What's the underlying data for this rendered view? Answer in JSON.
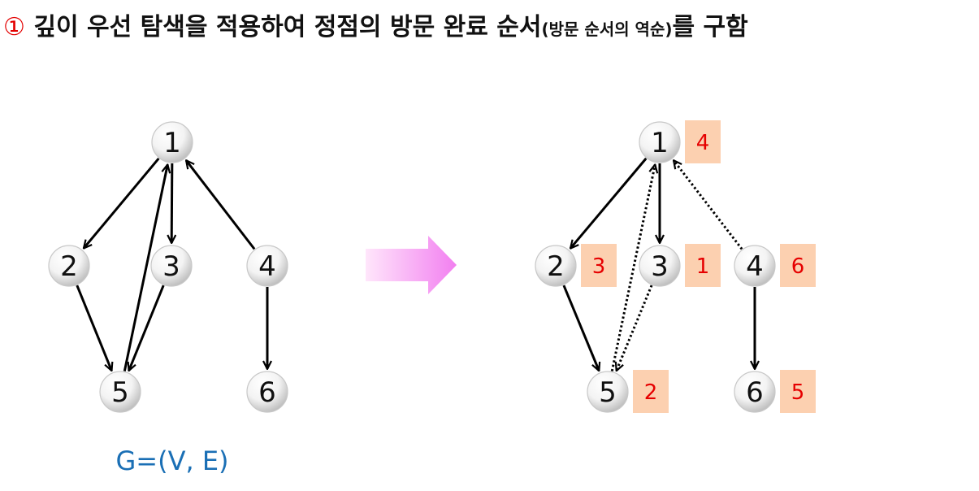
{
  "title": {
    "marker": "①",
    "main": "깊이 우선 탐색을 적용하여 정점의 방문 완료 순서",
    "paren": "(방문 순서의 역순)",
    "tail": "를 구함"
  },
  "caption": "G=(V, E)",
  "colors": {
    "marker": "#e30000",
    "order_text": "#e60000",
    "order_box": "#fcd0b0",
    "caption": "#1a6fb5",
    "arrow": "#f58cf0"
  },
  "left_graph": {
    "nodes": [
      "1",
      "2",
      "3",
      "4",
      "5",
      "6"
    ],
    "edges": [
      {
        "from": "1",
        "to": "2"
      },
      {
        "from": "1",
        "to": "3"
      },
      {
        "from": "2",
        "to": "5"
      },
      {
        "from": "3",
        "to": "5"
      },
      {
        "from": "5",
        "to": "1"
      },
      {
        "from": "4",
        "to": "1"
      },
      {
        "from": "4",
        "to": "6"
      }
    ]
  },
  "right_graph": {
    "nodes": [
      {
        "id": "1",
        "order": "4"
      },
      {
        "id": "2",
        "order": "3"
      },
      {
        "id": "3",
        "order": "1"
      },
      {
        "id": "4",
        "order": "6"
      },
      {
        "id": "5",
        "order": "2"
      },
      {
        "id": "6",
        "order": "5"
      }
    ],
    "edges": [
      {
        "from": "1",
        "to": "2",
        "style": "solid"
      },
      {
        "from": "1",
        "to": "3",
        "style": "solid"
      },
      {
        "from": "2",
        "to": "5",
        "style": "solid"
      },
      {
        "from": "4",
        "to": "6",
        "style": "solid"
      },
      {
        "from": "5",
        "to": "1",
        "style": "dotted"
      },
      {
        "from": "3",
        "to": "5",
        "style": "dotted"
      },
      {
        "from": "4",
        "to": "1",
        "style": "dotted"
      }
    ]
  }
}
